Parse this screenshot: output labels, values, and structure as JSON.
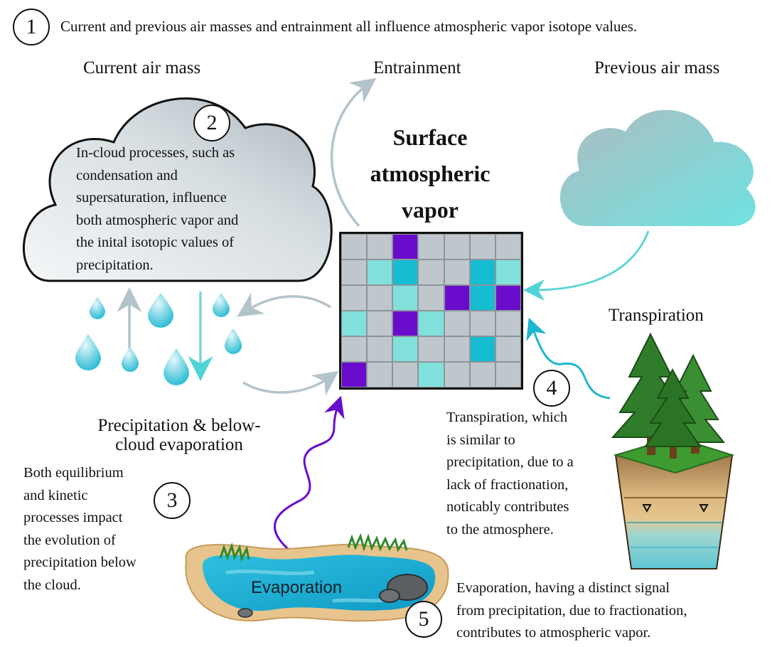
{
  "step1": {
    "number": "1",
    "text": "Current and previous air masses and entrainment all influence atmospheric vapor isotope values."
  },
  "labels": {
    "current_air_mass": "Current air mass",
    "entrainment": "Entrainment",
    "previous_air_mass": "Previous air mass",
    "transpiration": "Transpiration",
    "precip_line1": "Precipitation & below-",
    "precip_line2": "cloud evaporation",
    "evaporation": "Evaporation"
  },
  "center_title": {
    "line1": "Surface",
    "line2": "atmospheric",
    "line3": "vapor"
  },
  "step2": {
    "number": "2",
    "lines": [
      "In-cloud processes, such as",
      "condensation and",
      "supersaturation, influence",
      "both atmospheric vapor and",
      "the inital isotopic values of",
      "precipitation."
    ]
  },
  "step3": {
    "number": "3",
    "lines": [
      "Both equilibrium",
      "and kinetic",
      "processes impact",
      "the evolution of",
      "precipitation below",
      "the cloud."
    ]
  },
  "step4": {
    "number": "4",
    "lines": [
      "Transpiration, which",
      "is similar to",
      "precipitation, due to a",
      "lack of fractionation,",
      "noticably contributes",
      "to the atmosphere."
    ]
  },
  "step5": {
    "number": "5",
    "lines": [
      "Evaporation, having a distinct signal",
      "from precipitation, due to fractionation,",
      "contributes to atmospheric vapor."
    ]
  },
  "colors": {
    "gray": "#bfc7cc",
    "light_cyan": "#82e0dc",
    "cyan": "#15bcd2",
    "purple": "#6a0ccc"
  },
  "grid": [
    [
      "g",
      "g",
      "p",
      "g",
      "g",
      "g",
      "g"
    ],
    [
      "g",
      "l",
      "c",
      "g",
      "g",
      "c",
      "l"
    ],
    [
      "g",
      "g",
      "l",
      "g",
      "p",
      "c",
      "p"
    ],
    [
      "l",
      "g",
      "p",
      "l",
      "g",
      "g",
      "g"
    ],
    [
      "g",
      "g",
      "l",
      "g",
      "g",
      "c",
      "g"
    ],
    [
      "p",
      "g",
      "g",
      "l",
      "g",
      "g",
      "g"
    ]
  ]
}
